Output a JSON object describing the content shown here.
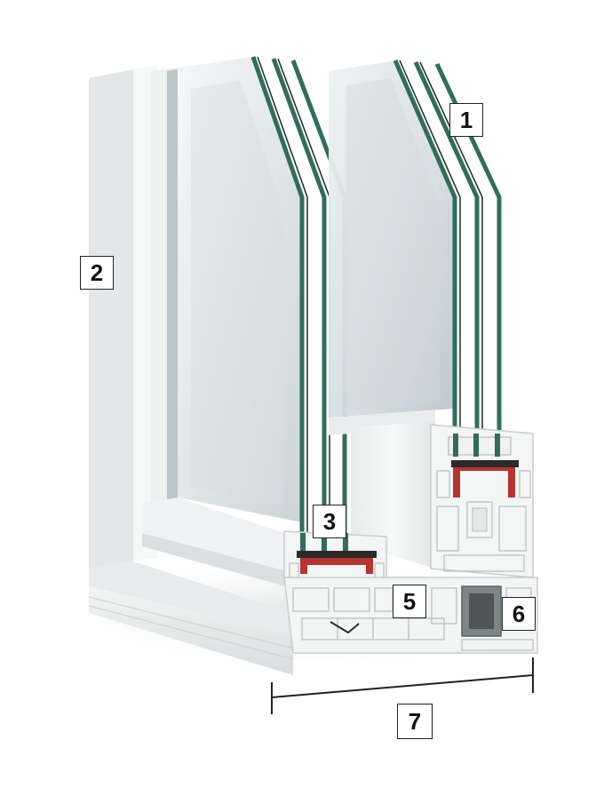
{
  "labels": {
    "l1": "1",
    "l2": "2",
    "l3": "3",
    "l5": "5",
    "l6": "6",
    "l7": "7"
  },
  "colors": {
    "frame_white": "#f2f3f3",
    "frame_shadow": "#d8dadb",
    "glass_edge": "#2f6e5a",
    "glass_tint": "#dfe6e8",
    "gasket_red": "#b8342e",
    "gasket_dark": "#2a2a2a",
    "steel_core": "#7e8587"
  }
}
